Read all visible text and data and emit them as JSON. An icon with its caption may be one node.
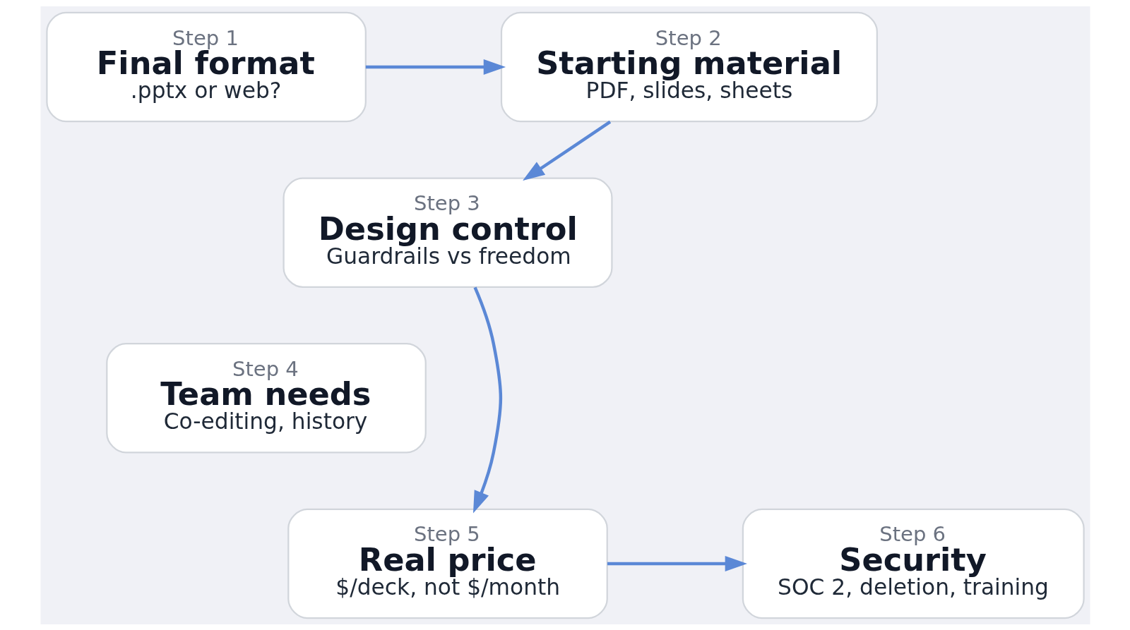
{
  "diagram": {
    "nodes": [
      {
        "text": [
          "Step 1",
          "Final format",
          ".pptx or web?"
        ]
      },
      {
        "text": [
          "Step 2",
          "Starting material",
          "PDF, slides, sheets"
        ]
      },
      {
        "text": [
          "Step 3",
          "Design control",
          "Guardrails vs freedom"
        ]
      },
      {
        "text": [
          "Step 4",
          "Team needs",
          "Co-editing, history"
        ]
      },
      {
        "text": [
          "Step 5",
          "Real price",
          "$/deck, not $/month"
        ]
      },
      {
        "text": [
          "Step 6",
          "Security",
          "SOC 2, deletion, training"
        ]
      }
    ],
    "edges": [
      {
        "from": 0,
        "to": 1,
        "arrow": "to"
      },
      {
        "from": 1,
        "to": 2,
        "arrow": "to"
      },
      {
        "from": 2,
        "to": 4,
        "arrow": "to"
      },
      {
        "from": 4,
        "to": 5,
        "arrow": "to"
      }
    ]
  }
}
